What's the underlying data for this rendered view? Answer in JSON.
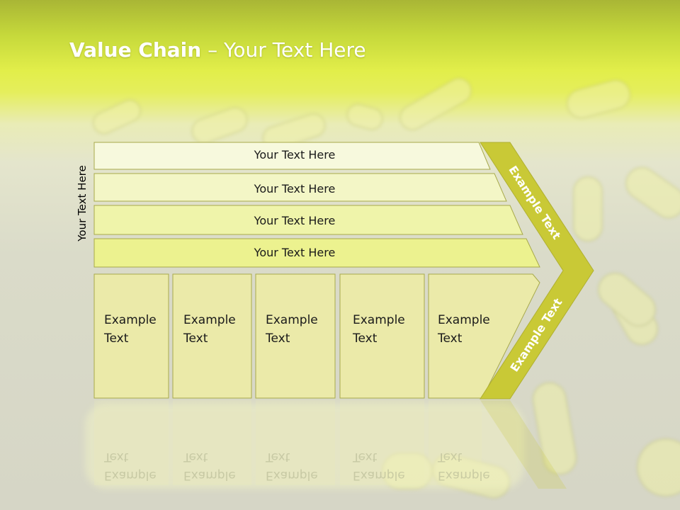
{
  "slide": {
    "title_bold": "Value Chain",
    "title_rest": " – Your Text Here",
    "side_label": "Your Text Here"
  },
  "rows": [
    {
      "label": "Your Text Here"
    },
    {
      "label": "Your Text Here"
    },
    {
      "label": "Your Text Here"
    },
    {
      "label": "Your Text Here"
    }
  ],
  "boxes": [
    {
      "label": "Example\nText"
    },
    {
      "label": "Example\nText"
    },
    {
      "label": "Example\nText"
    },
    {
      "label": "Example\nText"
    },
    {
      "label": "Example\nText"
    }
  ],
  "chevron": {
    "upper_label": "Example Text",
    "lower_label": "Example Text"
  },
  "colors": {
    "row_fills": [
      "#f7f9dd",
      "#f3f6c6",
      "#eff4aa",
      "#ecf28f"
    ],
    "box_fill": "#ebeaa9",
    "chevron_fill": "#c9c936",
    "outline": "#a8aa4a"
  }
}
